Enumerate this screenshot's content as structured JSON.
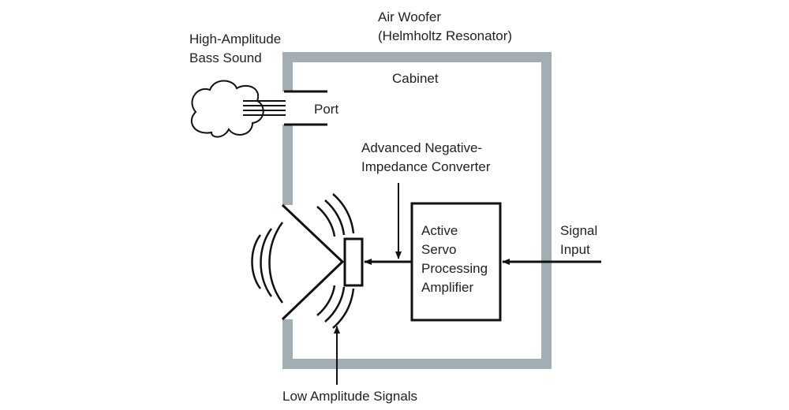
{
  "labels": {
    "air_woofer": "Air Woofer",
    "helmholtz": "(Helmholtz Resonator)",
    "high_amplitude": "High-Amplitude",
    "bass_sound": "Bass Sound",
    "cabinet": "Cabinet",
    "port": "Port",
    "advanced_negative": "Advanced Negative-",
    "impedance_converter": "Impedance Converter",
    "active": "Active",
    "servo": "Servo",
    "processing": "Processing",
    "amplifier": "Amplifier",
    "signal": "Signal",
    "input": "Input",
    "low_amplitude_signals": "Low Amplitude Signals"
  },
  "colors": {
    "cabinet_wall": "#a3adb4",
    "line": "#111111",
    "text": "#222222"
  }
}
